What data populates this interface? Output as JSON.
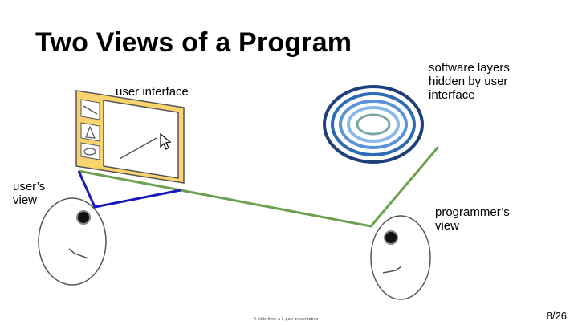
{
  "slide": {
    "title": "Two Views of a Program",
    "labels": {
      "user_interface": "user interface",
      "software_layers_line1": "software layers",
      "software_layers_line2": "hidden by user",
      "software_layers_line3": "interface",
      "users_view_line1": "user’s",
      "users_view_line2": "view",
      "programmers_view_line1": "programmer’s",
      "programmers_view_line2": "view"
    },
    "footer": "A slide from a 3-part presentation",
    "page_number": "8/26"
  },
  "colors": {
    "window_fill": "#f8d46f",
    "window_border": "#555555",
    "user_view_line": "#1a1ab8",
    "programmer_view_line": "#6aa04e",
    "ring_colors": [
      "#1f3f7a",
      "#2e6bb5",
      "#5b93d6",
      "#8ab8e8",
      "#7aa7a3"
    ],
    "pupil": "#111111"
  }
}
